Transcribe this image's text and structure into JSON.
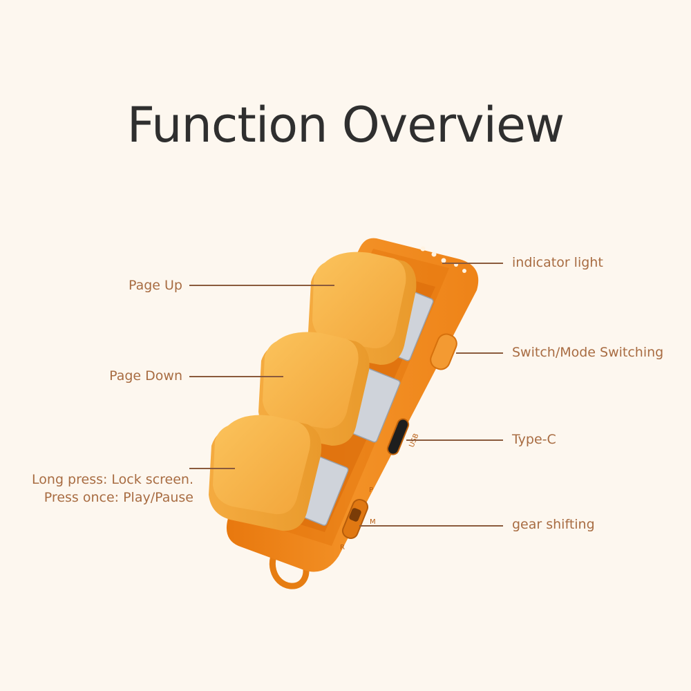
{
  "title": "Function Overview",
  "labels": {
    "page_up": "Page Up",
    "page_down": "Page Down",
    "long_press_line1": "Long press: Lock screen.",
    "long_press_line2": "Press once: Play/Pause",
    "indicator_light": "indicator light",
    "switch_mode": "Switch/Mode Switching",
    "type_c": "Type-C",
    "gear_shifting": "gear shifting"
  },
  "device_marks": {
    "usb": "USB",
    "gear_r": "R",
    "gear_m": "M",
    "gear_p": "P"
  },
  "colors": {
    "background": "#fdf7ef",
    "body_orange": "#f08a1c",
    "keycap_yellow": "#f7b448",
    "label_text": "#a86c42",
    "leader_line": "#8a5a3c",
    "title_text": "#2f2f2f"
  }
}
